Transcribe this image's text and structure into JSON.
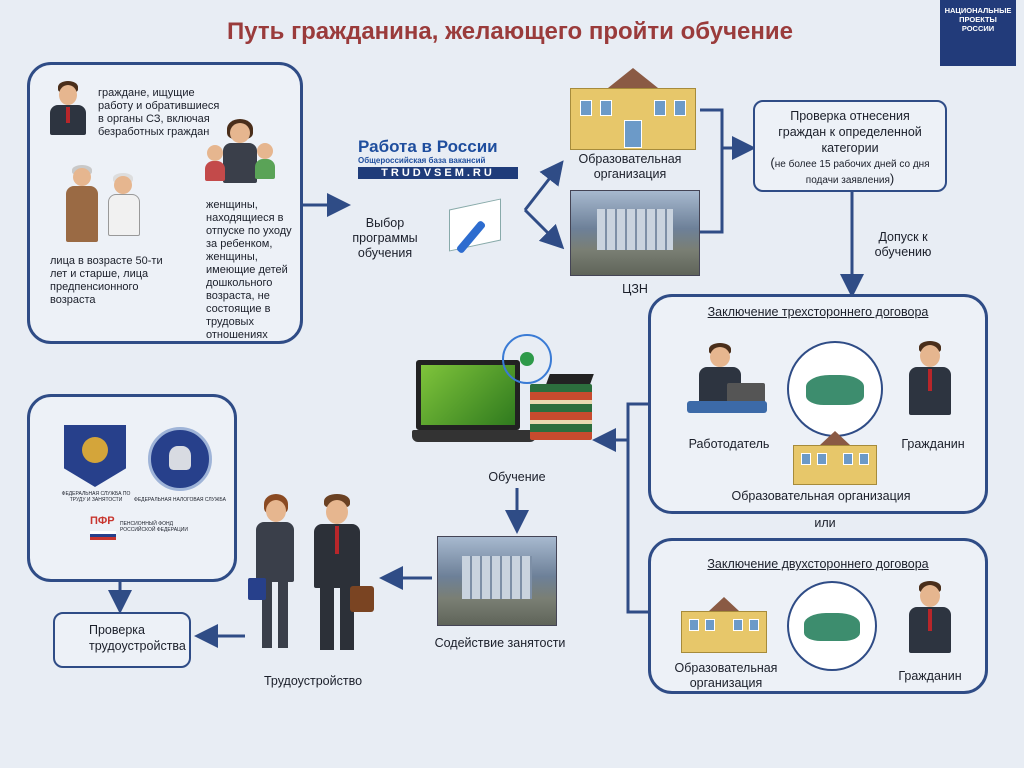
{
  "title": "Путь гражданина, желающего пройти обучение",
  "brand": [
    "НАЦИОНАЛЬНЫЕ",
    "ПРОЕКТЫ",
    "РОССИИ"
  ],
  "citizens_panel": {
    "group1": "граждане, ищущие работу и обратившиеся в органы СЗ, включая безработных граждан",
    "group2": "лица в возрасте 50-ти лет и старше, лица предпенсионного возраста",
    "group3": "женщины, находящиеся в отпуске по уходу за ребенком, женщины, имеющие детей дошкольного возраста, не состоящие в трудовых отношениях"
  },
  "portal": {
    "name": "Работа в России",
    "subtitle": "Общероссийская база вакансий",
    "url": "TRUDVSEM.RU"
  },
  "choose_program": "Выбор программы обучения",
  "edu_org": "Образовательная организация",
  "czn": "ЦЗН",
  "check_category": {
    "line1": "Проверка отнесения граждан к определенной категории",
    "note_open": "(",
    "note": "не более 15 рабочих дней со дня подачи заявления",
    "note_close": ")"
  },
  "admission": "Допуск к обучению",
  "tripartite": {
    "heading": "Заключение трехстороннего договора",
    "employer": "Работодатель",
    "citizen": "Гражданин",
    "edu_org": "Образовательная организация"
  },
  "or": "или",
  "bilateral": {
    "heading": "Заключение двухстороннего договора",
    "edu_org": "Образовательная организация",
    "citizen": "Гражданин"
  },
  "training": "Обучение",
  "employment_assistance": "Содействие занятости",
  "employment": "Трудоустройство",
  "check_employment": "Проверка трудоустройства",
  "agencies": {
    "rostrud": "ФЕДЕРАЛЬНАЯ СЛУЖБА ПО ТРУДУ И ЗАНЯТОСТИ",
    "fns": "ФЕДЕРАЛЬНАЯ НАЛОГОВАЯ СЛУЖБА",
    "pfr": "ПЕНСИОННЫЙ ФОНД РОССИЙСКОЙ ФЕДЕРАЦИИ",
    "pfr_abbr": "ПФР"
  },
  "colors": {
    "frame": "#2f4c86",
    "title": "#9a3b3b",
    "background": "#e8edf4"
  }
}
